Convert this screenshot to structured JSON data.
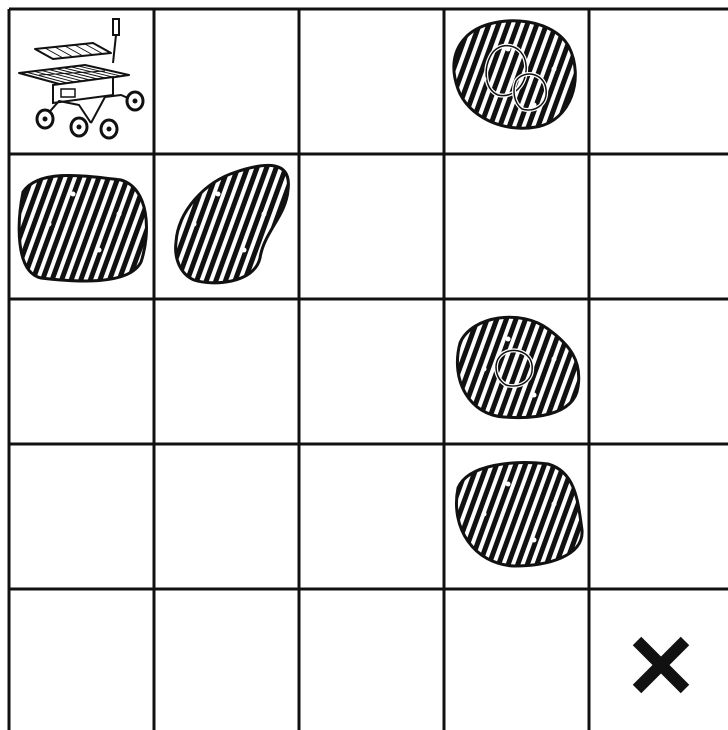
{
  "board": {
    "rows": 5,
    "cols": 5,
    "line_color": "#111111",
    "background": "#ffffff",
    "cells": [
      [
        "rover",
        "empty",
        "empty",
        "rock",
        "empty"
      ],
      [
        "rock",
        "rock",
        "empty",
        "empty",
        "empty"
      ],
      [
        "empty",
        "empty",
        "empty",
        "rock",
        "empty"
      ],
      [
        "empty",
        "empty",
        "empty",
        "rock",
        "empty"
      ],
      [
        "empty",
        "empty",
        "empty",
        "empty",
        "goal"
      ]
    ]
  },
  "icons": {
    "rover": "mars-rover-icon",
    "rock": "rock-obstacle-icon",
    "goal": "goal-x-icon"
  }
}
